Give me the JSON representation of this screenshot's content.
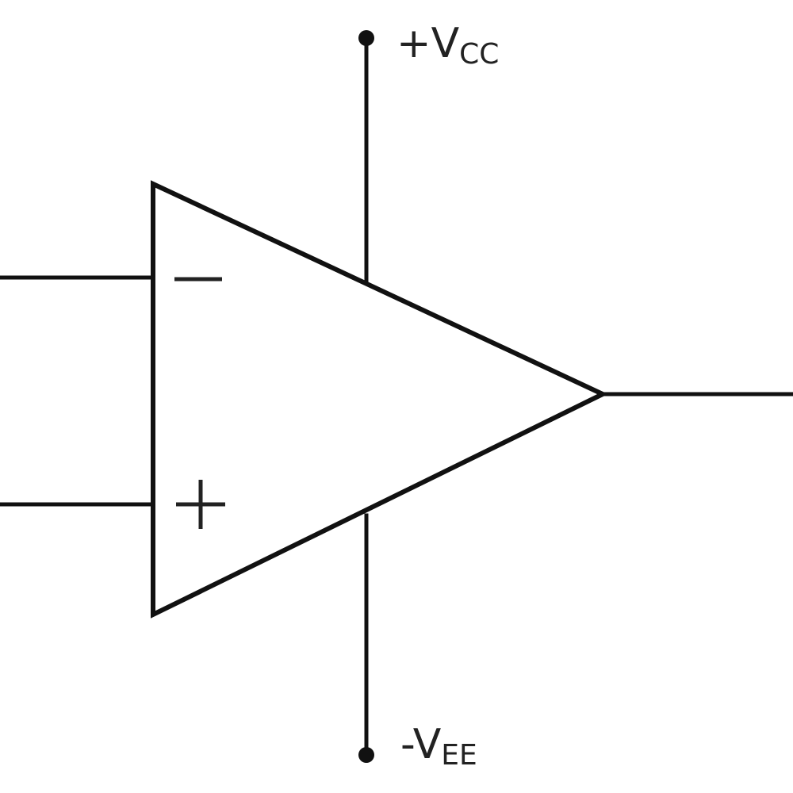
{
  "diagram": {
    "type": "op-amp",
    "supply_positive": {
      "prefix": "+V",
      "subscript": "CC"
    },
    "supply_negative": {
      "prefix": "-V",
      "subscript": "EE"
    },
    "inverting_input_sign": "−",
    "non_inverting_input_sign": "+"
  }
}
